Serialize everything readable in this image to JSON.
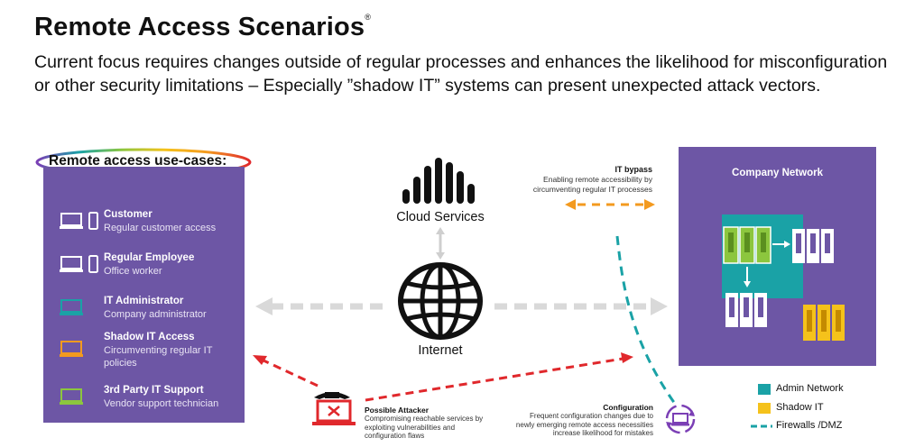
{
  "header": {
    "title": "Remote Access Scenarios",
    "title_mark": "®",
    "subtitle": "Current focus requires changes outside of regular processes and enhances the likelihood for misconfiguration or other security limitations – Especially ”shadow IT” systems can present unexpected attack vectors."
  },
  "use_cases": {
    "heading": "Remote access use-cases:",
    "items": [
      {
        "title": "Customer",
        "desc": "Regular customer access",
        "icon_color": "#ffffff"
      },
      {
        "title": "Regular Employee",
        "desc": "Office worker",
        "icon_color": "#ffffff"
      },
      {
        "title": "IT Administrator",
        "desc": "Company administrator",
        "icon_color": "#1aa2a6"
      },
      {
        "title": "Shadow IT Access",
        "desc": "Circumventing regular IT policies",
        "icon_color": "#f39a1f"
      },
      {
        "title": "3rd Party IT Support",
        "desc": "Vendor support technician",
        "icon_color": "#8cc63e"
      }
    ]
  },
  "cloud": {
    "label": "Cloud Services"
  },
  "internet": {
    "label": "Internet"
  },
  "it_bypass": {
    "title": "IT bypass",
    "desc": "Enabling remote accessibility by circumventing regular IT processes"
  },
  "attacker": {
    "title": "Possible Attacker",
    "desc": "Compromising reachable services by exploiting vulnerabilities and configuration flaws"
  },
  "configuration": {
    "title": "Configuration",
    "desc": "Frequent configuration changes due to newly emerging remote access necessities increase likelihood for mistakes"
  },
  "company": {
    "title": "Company Network"
  },
  "legend": {
    "items": [
      {
        "label": "Admin Network",
        "color": "#1aa2a6"
      },
      {
        "label": "Shadow IT",
        "color": "#f5c21b"
      },
      {
        "label": "Firewalls /DMZ",
        "color": "#1aa2a6"
      }
    ]
  },
  "colors": {
    "panel": "#6d56a5",
    "attack": "#e0282c",
    "bypass": "#f39a1f",
    "arrow": "#d9d9d9"
  }
}
